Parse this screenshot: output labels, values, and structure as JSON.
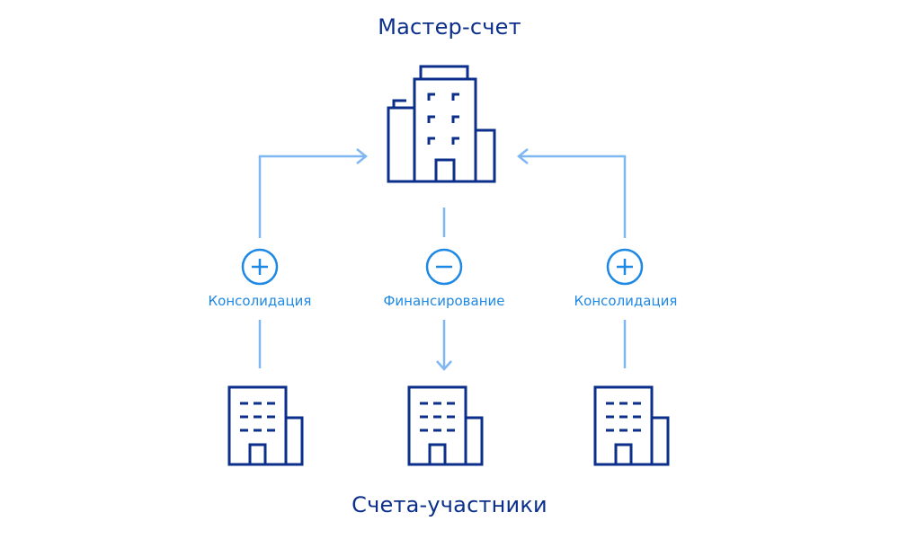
{
  "master": {
    "title": "Мастер-счет"
  },
  "participants": {
    "title": "Счета-участники"
  },
  "flows": [
    {
      "label": "Консолидация",
      "sign": "plus",
      "direction": "up"
    },
    {
      "label": "Финансирование",
      "sign": "minus",
      "direction": "down"
    },
    {
      "label": "Консолидация",
      "sign": "plus",
      "direction": "up"
    }
  ],
  "colors": {
    "dark_blue": "#0b2f8a",
    "accent_blue": "#1e88e5",
    "line_blue": "#7fb7f3"
  },
  "icons": {
    "master": "office-building-icon",
    "participant": "building-icon",
    "plus": "plus-circle-icon",
    "minus": "minus-circle-icon"
  }
}
